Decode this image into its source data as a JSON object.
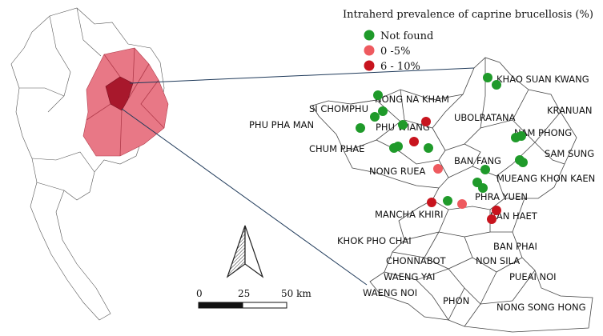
{
  "legend": {
    "title": "Intraherd prevalence of caprine brucellosis (%)",
    "items": [
      {
        "label": "Not found",
        "color": "#1f9a2a"
      },
      {
        "label": "0 -5%",
        "color": "#ee5a5f"
      },
      {
        "label": "6 - 10%",
        "color": "#c8141e"
      }
    ]
  },
  "districts": [
    "KHAO SUAN KWANG",
    "NONG NA KHAM",
    "SI CHOMPHU",
    "KRANUAN",
    "UBOLRATANA",
    "PHU PHA MAN",
    "PHU WIANG",
    "NAM PHONG",
    "CHUM PHAE",
    "SAM SUNG",
    "NONG RUEA",
    "BAN FANG",
    "MUEANG KHON KAEN",
    "PHRA YUEN",
    "MANCHA KHIRI",
    "BAN HAET",
    "KHOK PHO CHAI",
    "BAN PHAI",
    "CHONNABOT",
    "NON SILA",
    "WAENG YAI",
    "PUEAI NOI",
    "WAENG NOI",
    "PHON",
    "NONG SONG HONG"
  ],
  "scale_bar": {
    "ticks": [
      "0",
      "25",
      "50 km"
    ]
  },
  "north_arrow": "north-arrow-icon",
  "colors": {
    "province_highlight": "#e87886",
    "province_focus": "#a8182c",
    "connector": "#1f3a5a"
  },
  "sample_points": [
    {
      "district": "KHAO SUAN KWANG",
      "category": 0
    },
    {
      "district": "KHAO SUAN KWANG",
      "category": 0
    },
    {
      "district": "NONG NA KHAM",
      "category": 0
    },
    {
      "district": "SI CHOMPHU",
      "category": 0
    },
    {
      "district": "SI CHOMPHU",
      "category": 0
    },
    {
      "district": "SI CHOMPHU",
      "category": 0
    },
    {
      "district": "PHU WIANG",
      "category": 0
    },
    {
      "district": "PHU WIANG",
      "category": 2
    },
    {
      "district": "PHU WIANG",
      "category": 2
    },
    {
      "district": "CHUM PHAE",
      "category": 0
    },
    {
      "district": "CHUM PHAE",
      "category": 0
    },
    {
      "district": "NONG RUEA",
      "category": 0
    },
    {
      "district": "NAM PHONG",
      "category": 0
    },
    {
      "district": "NAM PHONG",
      "category": 0
    },
    {
      "district": "SAM SUNG",
      "category": 0
    },
    {
      "district": "SAM SUNG",
      "category": 0
    },
    {
      "district": "NONG RUEA",
      "category": 1
    },
    {
      "district": "BAN FANG",
      "category": 0
    },
    {
      "district": "BAN FANG",
      "category": 0
    },
    {
      "district": "BAN FANG",
      "category": 0
    },
    {
      "district": "MANCHA KHIRI",
      "category": 2
    },
    {
      "district": "MANCHA KHIRI",
      "category": 0
    },
    {
      "district": "PHRA YUEN",
      "category": 1
    },
    {
      "district": "BAN HAET",
      "category": 2
    },
    {
      "district": "BAN HAET",
      "category": 2
    }
  ]
}
